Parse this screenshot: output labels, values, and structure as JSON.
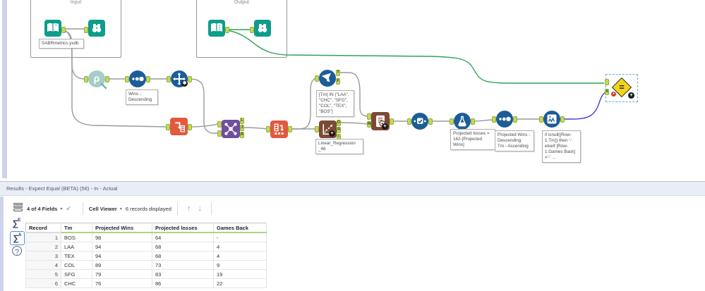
{
  "theme": {
    "teal": "#0e9d8c",
    "blue": "#1c5d98",
    "lteal": "#a5cdc8",
    "orange": "#e2593f",
    "purple": "#6f4f9e",
    "brown": "#7d4a36",
    "yellow": "#f2d41c",
    "anchor": "#c5d955",
    "anchorBorder": "#93ad3c",
    "wireGray": "#9a9a9a",
    "wireGreen": "#2fa357",
    "wireBlue": "#4040df",
    "scroll": "#ced3ec",
    "panelHeader": "#e9edf6",
    "qualityGreen": "#aed581"
  },
  "icons": {
    "rho": "ρ",
    "sigma": "∑",
    "question": "?",
    "caret_down": "▾",
    "check": "✔",
    "arrow_up": "↑",
    "arrow_down": "↓",
    "drag_dots": "·····",
    "equals": "=",
    "plus_badge": "+",
    "star_badge": "✱",
    "error_badge": "●"
  },
  "canvas": {
    "containers": {
      "input": "Input",
      "output": "Output"
    },
    "annotations": {
      "input_file": "SABRmetrics.yxdb",
      "sort1": "Wins -\nDescending",
      "filter": "[Tm] IN (\"LAA\",\n\"CHC\", \"SFG\",\n\"COL\", \"TEX\",\n\"BOS\")",
      "linear_regression": "Linear_Regression\n_46",
      "formula": "Projected losses =\n162-[Projected\nWins]",
      "sort2": "Projected Wins -\nDescending\nTm - Ascending",
      "multirow": "if isnull([Row-\n1:Tm]) then '-'\nelseif [Row-\n1:Games Back]\n='-' ..."
    },
    "anchor_labels": {
      "filter": [
        "T",
        "F"
      ],
      "join": [
        "L",
        "J",
        "R"
      ],
      "regression": [
        "O",
        "R",
        "I"
      ],
      "score_m": "M",
      "expect_a": "A"
    }
  },
  "results": {
    "title": "Results - Expect Equal (BETA) (58) - In - Actual",
    "sidebar": {
      "expected_label": "E",
      "actual_label": "A"
    },
    "toolbar": {
      "fields": "4 of 4 Fields",
      "cell_viewer": "Cell Viewer",
      "records": "6 records displayed"
    },
    "table": {
      "columns": [
        "Record",
        "Tm",
        "Projected Wins",
        "Projected losses",
        "Games Back"
      ],
      "rows": [
        [
          "1",
          "BOS",
          "98",
          "64",
          "-"
        ],
        [
          "2",
          "LAA",
          "94",
          "68",
          "4"
        ],
        [
          "3",
          "TEX",
          "94",
          "68",
          "4"
        ],
        [
          "4",
          "COL",
          "89",
          "73",
          "9"
        ],
        [
          "5",
          "SFG",
          "79",
          "83",
          "19"
        ],
        [
          "6",
          "CHC",
          "76",
          "86",
          "22"
        ]
      ]
    }
  }
}
